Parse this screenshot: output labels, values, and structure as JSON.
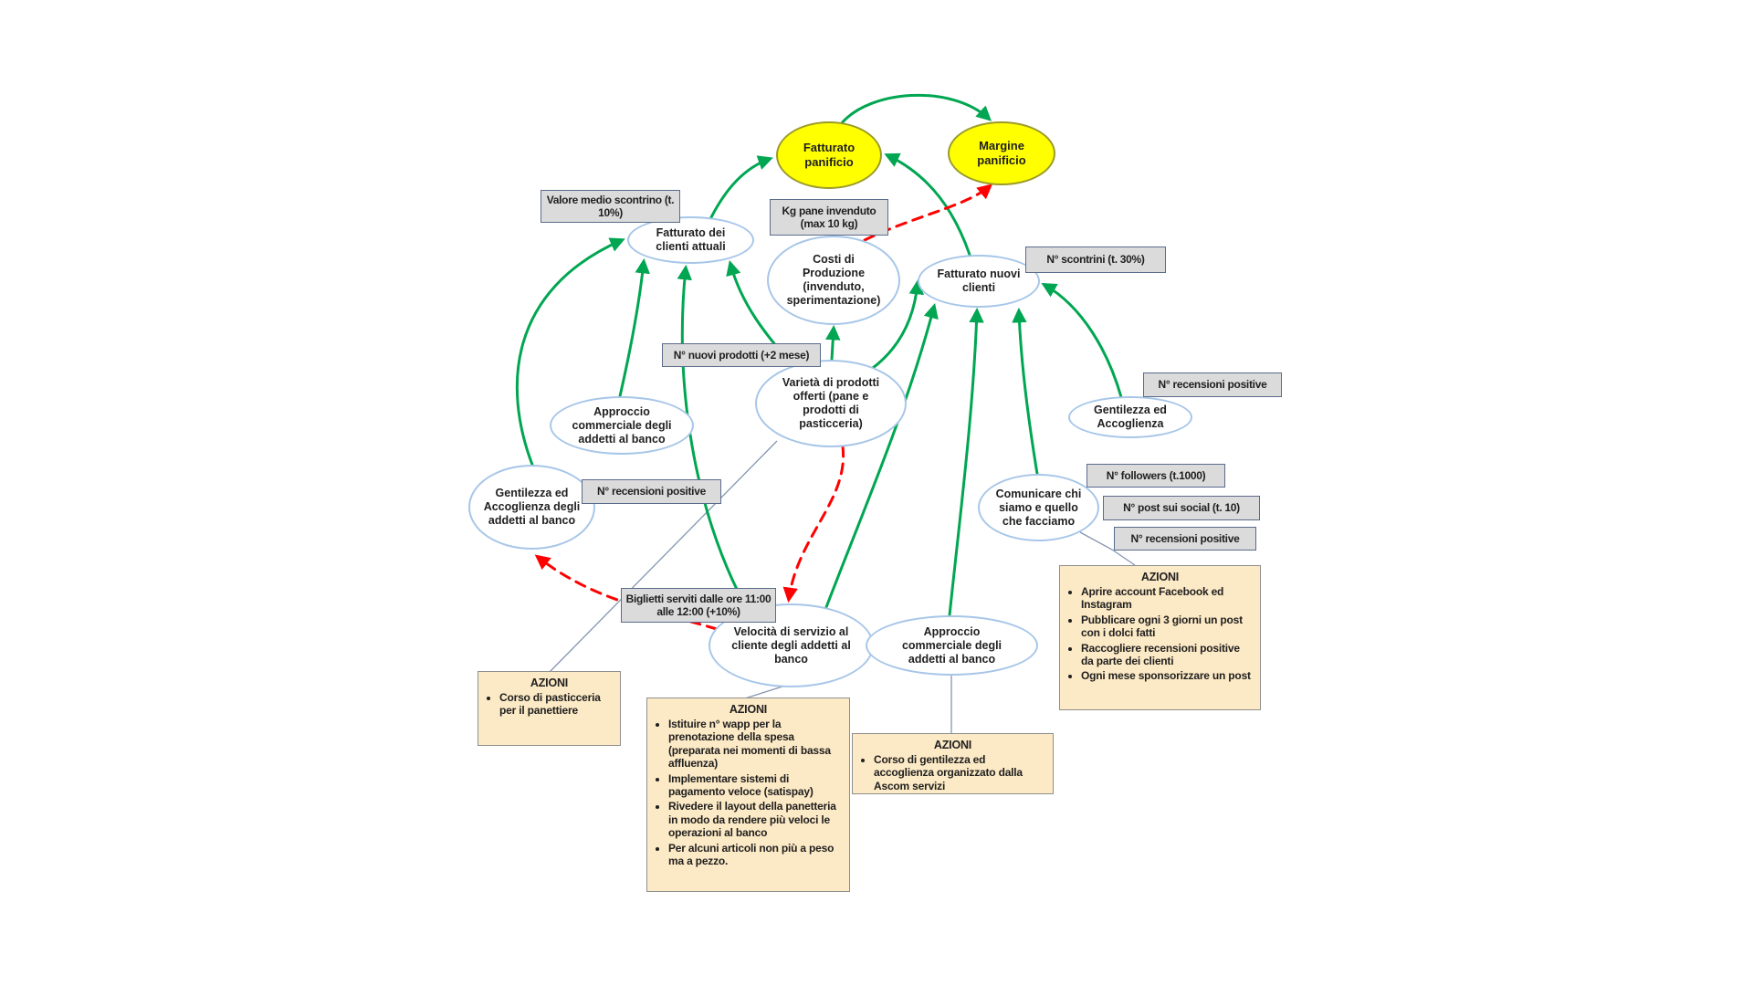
{
  "colors": {
    "positive_link": "#00A651",
    "negative_link": "#FF0000",
    "connector": "#8496B0",
    "goal_fill": "#FFFF00",
    "node_stroke": "#A7C6E8",
    "kpi_fill": "#DBDBDB",
    "action_fill": "#FCE9C5"
  },
  "nodes": {
    "fatturato_panificio": {
      "label": "Fatturato panificio"
    },
    "margine_panificio": {
      "label": "Margine panificio"
    },
    "fatturato_clienti_attuali": {
      "label": "Fatturato dei clienti attuali"
    },
    "costi_produzione": {
      "label": "Costi di Produzione (invenduto, sperimentazione)"
    },
    "fatturato_nuovi_clienti": {
      "label": "Fatturato nuovi clienti"
    },
    "varieta_prodotti": {
      "label": "Varietà di prodotti offerti (pane e prodotti di pasticceria)"
    },
    "approccio_sx": {
      "label": "Approccio commerciale degli addetti al banco"
    },
    "gentilezza_sx": {
      "label": "Gentilezza ed Accoglienza degli addetti al banco"
    },
    "gentilezza_dx": {
      "label": "Gentilezza ed Accoglienza"
    },
    "comunicare": {
      "label": "Comunicare chi siamo e quello che facciamo"
    },
    "velocita": {
      "label": "Velocità di servizio al cliente degli addetti al banco"
    },
    "approccio_dx": {
      "label": "Approccio commerciale degli addetti al banco"
    }
  },
  "kpis": {
    "valore_medio": "Valore medio scontrino (t. 10%)",
    "kg_pane": "Kg pane invenduto (max 10 kg)",
    "n_scontrini": "N° scontrini (t. 30%)",
    "n_nuovi_prodotti": "N° nuovi prodotti (+2 mese)",
    "n_recensioni_sx": "N° recensioni positive",
    "n_recensioni_dx_top": "N° recensioni positive",
    "n_followers": "N° followers (t.1000)",
    "n_post": "N° post sui social (t. 10)",
    "n_recensioni_dx_bot": "N° recensioni positive",
    "biglietti": "Biglietti serviti dalle ore 11:00 alle 12:00 (+10%)"
  },
  "actions": {
    "pasticceria": {
      "title": "AZIONI",
      "items": [
        "Corso di pasticceria per il panettiere"
      ]
    },
    "servizio": {
      "title": "AZIONI",
      "items": [
        "Istituire n° wapp per la prenotazione della spesa (preparata nei momenti di bassa affluenza)",
        "Implementare sistemi di pagamento veloce (satispay)",
        "Rivedere il layout della panetteria in modo da rendere più veloci le operazioni al banco",
        "Per alcuni articoli non più a peso ma a pezzo."
      ]
    },
    "gentilezza": {
      "title": "AZIONI",
      "items": [
        "Corso di gentilezza ed accoglienza organizzato dalla Ascom servizi"
      ]
    },
    "social": {
      "title": "AZIONI",
      "items": [
        "Aprire account Facebook ed Instagram",
        "Pubblicare ogni 3 giorni un post con i dolci fatti",
        "Raccogliere recensioni positive da parte dei clienti",
        "Ogni mese sponsorizzare un post"
      ]
    }
  },
  "links": [
    {
      "from": "fatturato_clienti_attuali",
      "to": "fatturato_panificio",
      "type": "positive"
    },
    {
      "from": "fatturato_nuovi_clienti",
      "to": "fatturato_panificio",
      "type": "positive"
    },
    {
      "from": "fatturato_panificio",
      "to": "margine_panificio",
      "type": "positive"
    },
    {
      "from": "gentilezza_sx",
      "to": "fatturato_clienti_attuali",
      "type": "positive"
    },
    {
      "from": "approccio_sx",
      "to": "fatturato_clienti_attuali",
      "type": "positive"
    },
    {
      "from": "velocita",
      "to": "fatturato_clienti_attuali",
      "type": "positive"
    },
    {
      "from": "varieta_prodotti",
      "to": "fatturato_clienti_attuali",
      "type": "positive"
    },
    {
      "from": "varieta_prodotti",
      "to": "costi_produzione",
      "type": "positive"
    },
    {
      "from": "varieta_prodotti",
      "to": "fatturato_nuovi_clienti",
      "type": "positive"
    },
    {
      "from": "velocita",
      "to": "fatturato_nuovi_clienti",
      "type": "positive"
    },
    {
      "from": "approccio_dx",
      "to": "fatturato_nuovi_clienti",
      "type": "positive"
    },
    {
      "from": "comunicare",
      "to": "fatturato_nuovi_clienti",
      "type": "positive"
    },
    {
      "from": "gentilezza_dx",
      "to": "fatturato_nuovi_clienti",
      "type": "positive"
    },
    {
      "from": "costi_produzione",
      "to": "margine_panificio",
      "type": "negative"
    },
    {
      "from": "varieta_prodotti",
      "to": "velocita",
      "type": "negative"
    },
    {
      "from": "velocita",
      "to": "gentilezza_sx",
      "type": "negative"
    },
    {
      "from": "varieta_prodotti",
      "to": "azioni_pasticceria",
      "type": "action"
    },
    {
      "from": "velocita",
      "to": "azioni_servizio",
      "type": "action"
    },
    {
      "from": "approccio_dx",
      "to": "azioni_gentilezza",
      "type": "action"
    },
    {
      "from": "comunicare",
      "to": "azioni_social",
      "type": "action"
    }
  ]
}
